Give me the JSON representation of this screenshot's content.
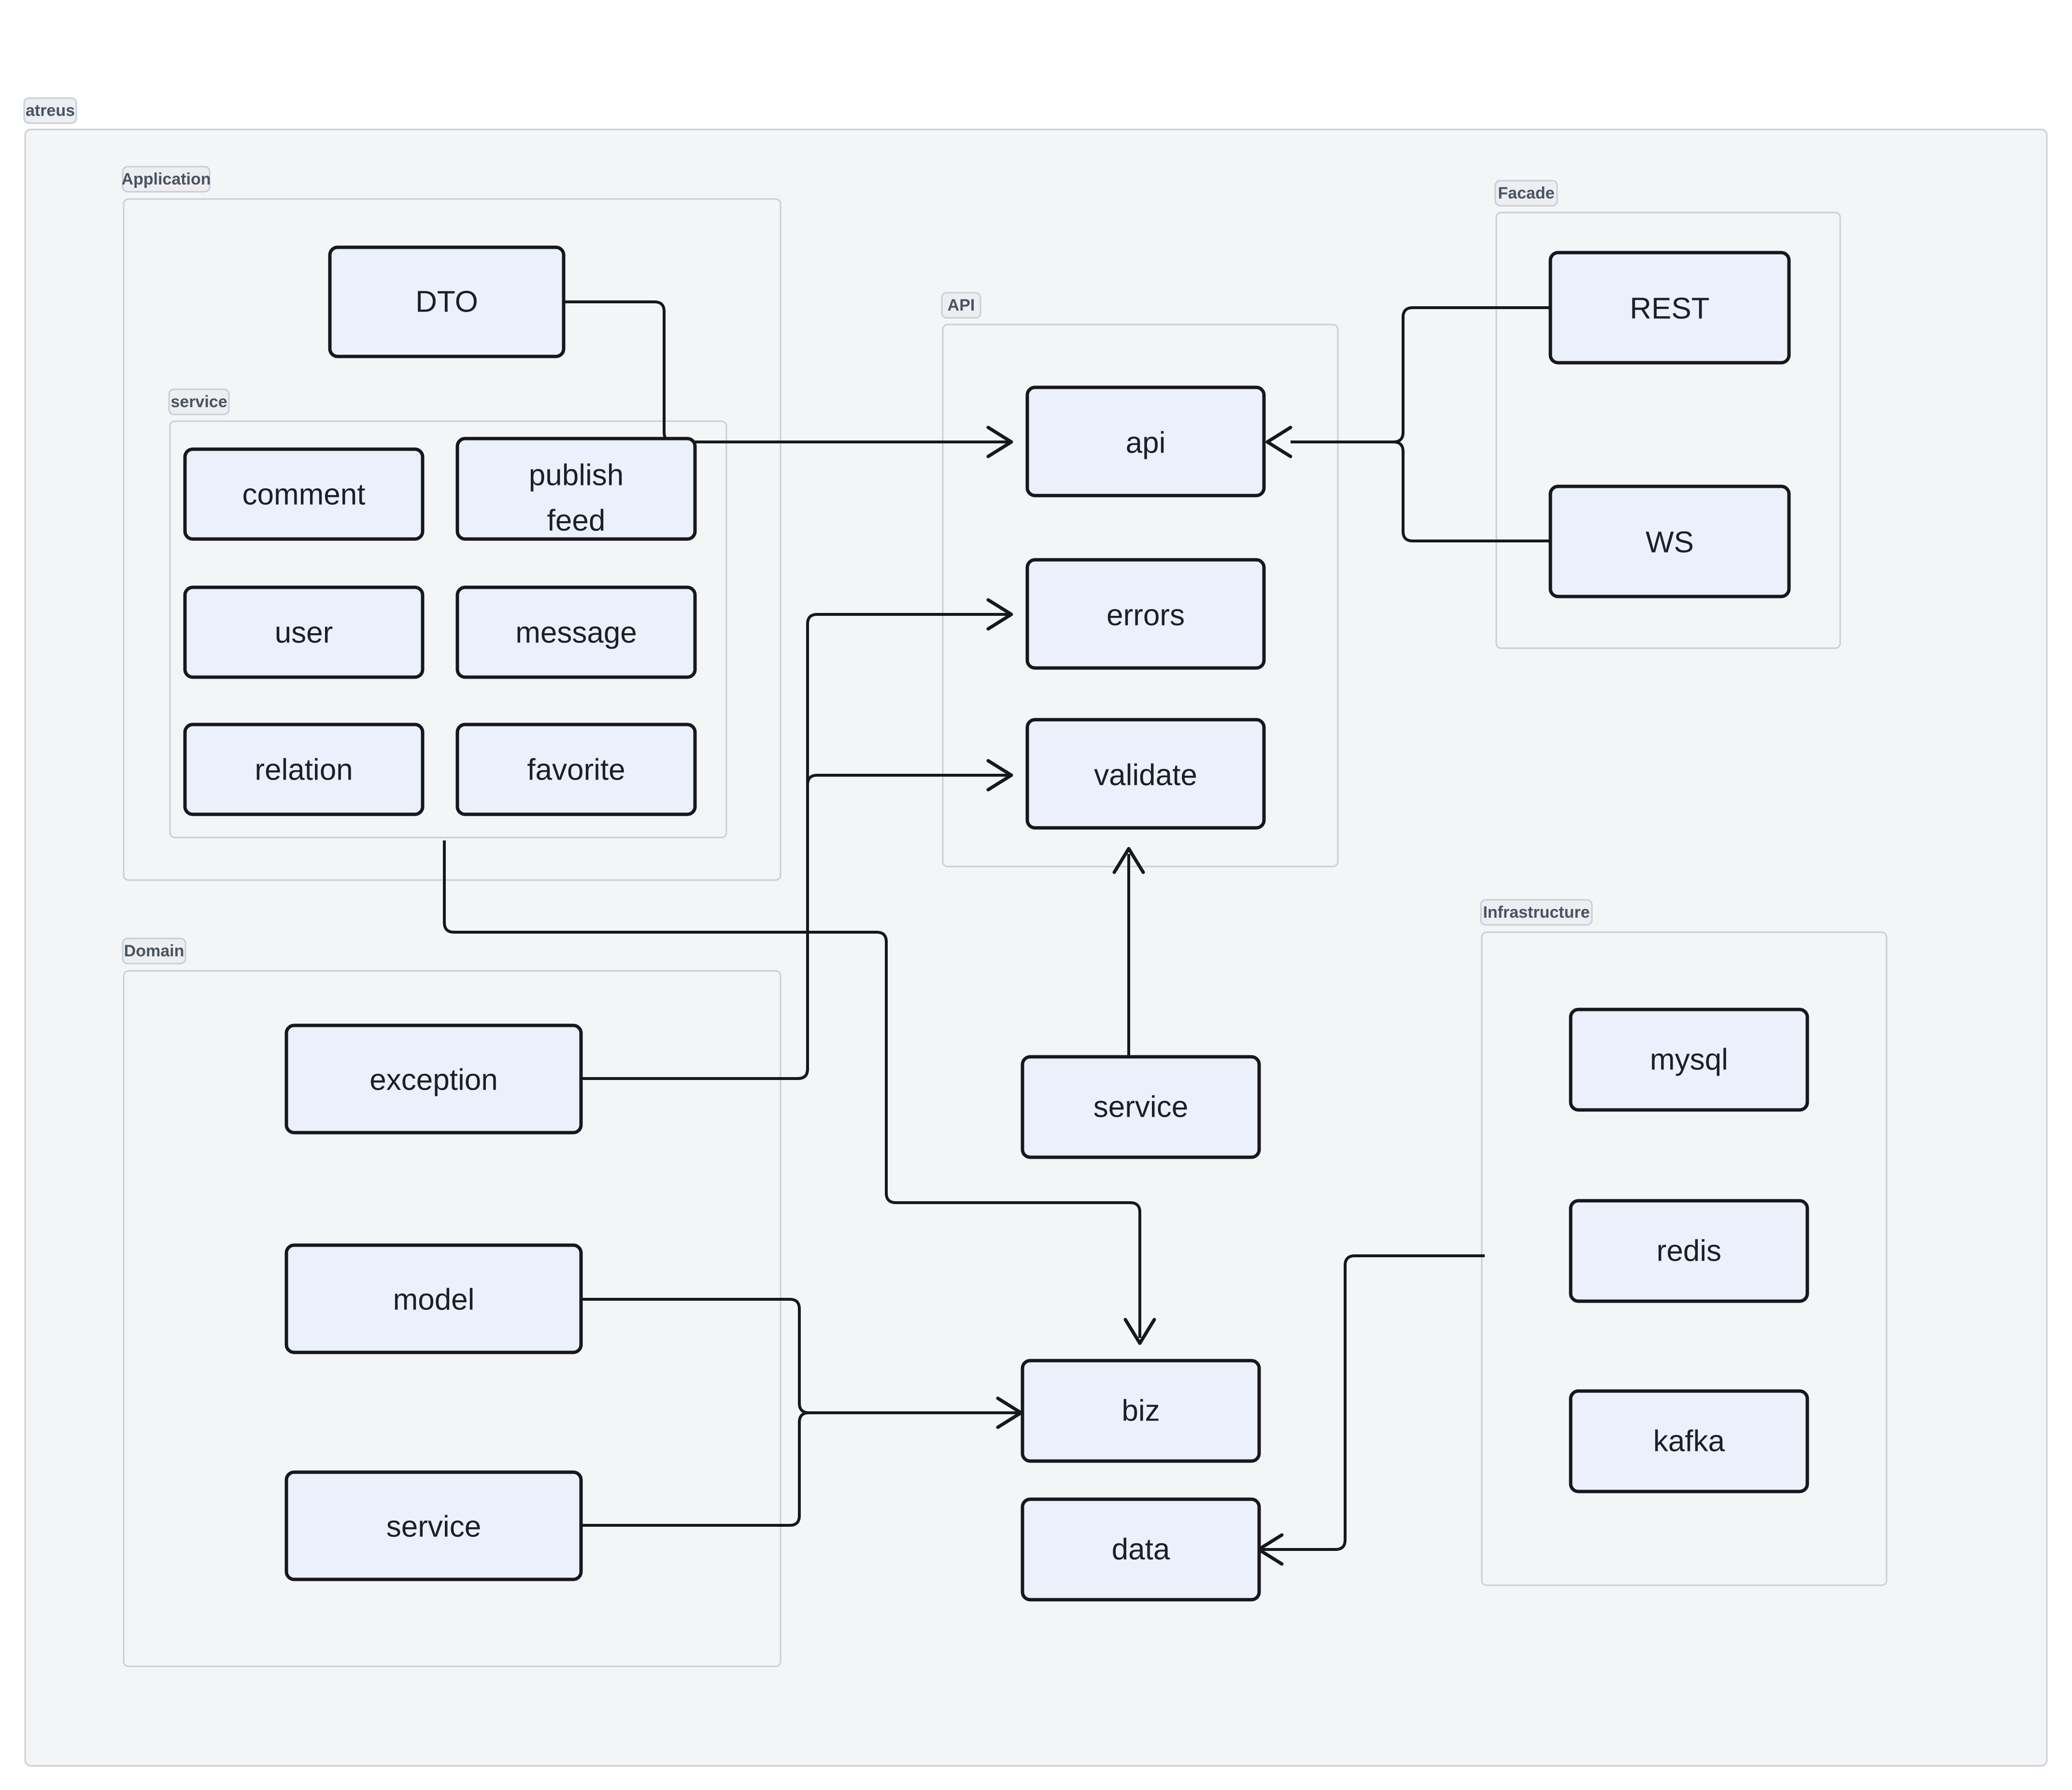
{
  "diagram": {
    "title": "atreus",
    "root_label": "atreus",
    "colors": {
      "page_background": "#ffffff",
      "cluster_fill": "#f4f5f7",
      "cluster_stroke": "#c9ced6",
      "node_fill": "#ecf0fb",
      "node_stroke": "#16181d",
      "edge_stroke": "#16181d",
      "badge_fill": "#eceef1",
      "badge_text": "#4a5361",
      "node_text": "#1b1f27"
    },
    "clusters": [
      {
        "id": "root",
        "label": "atreus"
      },
      {
        "id": "application",
        "label": "Application"
      },
      {
        "id": "service_group",
        "label": "service"
      },
      {
        "id": "api",
        "label": "API"
      },
      {
        "id": "facade",
        "label": "Facade"
      },
      {
        "id": "domain",
        "label": "Domain"
      },
      {
        "id": "infrastructure",
        "label": "Infrastructure"
      }
    ],
    "nodes": [
      {
        "id": "dto",
        "label": "DTO",
        "cluster": "application"
      },
      {
        "id": "svc_comment",
        "label": "comment",
        "cluster": "service_group"
      },
      {
        "id": "svc_publish",
        "label": "publish feed",
        "cluster": "service_group",
        "lines": [
          "publish",
          "feed"
        ]
      },
      {
        "id": "svc_user",
        "label": "user",
        "cluster": "service_group"
      },
      {
        "id": "svc_message",
        "label": "message",
        "cluster": "service_group"
      },
      {
        "id": "svc_relation",
        "label": "relation",
        "cluster": "service_group"
      },
      {
        "id": "svc_favorite",
        "label": "favorite",
        "cluster": "service_group"
      },
      {
        "id": "api_api",
        "label": "api",
        "cluster": "api"
      },
      {
        "id": "api_errors",
        "label": "errors",
        "cluster": "api"
      },
      {
        "id": "api_validate",
        "label": "validate",
        "cluster": "api"
      },
      {
        "id": "rest",
        "label": "REST",
        "cluster": "facade"
      },
      {
        "id": "ws",
        "label": "WS",
        "cluster": "facade"
      },
      {
        "id": "dom_exception",
        "label": "exception",
        "cluster": "domain"
      },
      {
        "id": "dom_model",
        "label": "model",
        "cluster": "domain"
      },
      {
        "id": "dom_service",
        "label": "service",
        "cluster": "domain"
      },
      {
        "id": "service",
        "label": "service",
        "cluster": "root"
      },
      {
        "id": "biz",
        "label": "biz",
        "cluster": "root"
      },
      {
        "id": "data",
        "label": "data",
        "cluster": "root"
      },
      {
        "id": "mysql",
        "label": "mysql",
        "cluster": "infrastructure"
      },
      {
        "id": "redis",
        "label": "redis",
        "cluster": "infrastructure"
      },
      {
        "id": "kafka",
        "label": "kafka",
        "cluster": "infrastructure"
      }
    ],
    "edges": [
      {
        "from": "dto",
        "to": "api_api",
        "arrow": "to"
      },
      {
        "from": "rest",
        "to": "api_api",
        "arrow": "to"
      },
      {
        "from": "ws",
        "to": "api_api",
        "arrow": "to"
      },
      {
        "from": "dom_exception",
        "to": "api_errors",
        "arrow": "to"
      },
      {
        "from": "svc_favorite",
        "to": "api_validate",
        "arrow": "to"
      },
      {
        "from": "service",
        "to": "api_validate",
        "arrow": "to"
      },
      {
        "from": "service_group",
        "to": "biz",
        "arrow": "to"
      },
      {
        "from": "dom_model",
        "to": "biz",
        "arrow": "to"
      },
      {
        "from": "dom_service",
        "to": "biz",
        "arrow": "to"
      },
      {
        "from": "redis",
        "to": "data",
        "arrow": "to"
      }
    ]
  }
}
